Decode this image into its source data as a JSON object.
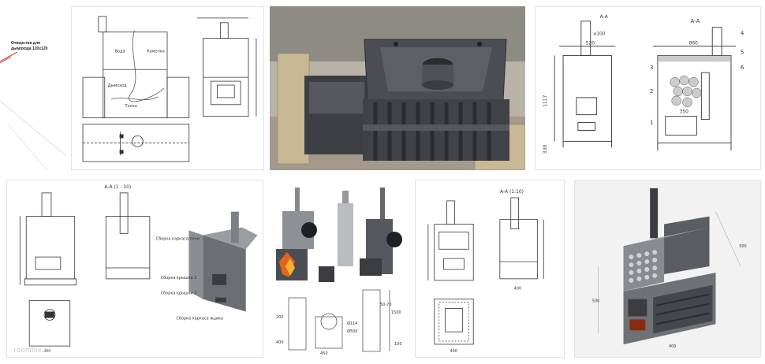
{
  "results": [
    {
      "id": "t1",
      "note_line1": "Отверстия для",
      "note_line2": "дымохода 120х120"
    },
    {
      "id": "t2",
      "label_water": "Вода",
      "label_stones": "Каменка",
      "label_smoke": "Дымоход",
      "label_firebox": "Топка"
    },
    {
      "id": "t3"
    },
    {
      "id": "t4",
      "section_label": "А-А",
      "dim_pipe": "⌀100",
      "dim_width": "520",
      "dim_depth": "860",
      "dim_height": "1117",
      "dim_leg": "330",
      "dim_inner": "350",
      "callouts": [
        "4",
        "5",
        "6",
        "3",
        "2",
        "1"
      ]
    },
    {
      "id": "t5",
      "section_label": "А-А (1 : 10)",
      "note_tank": "Сборка каркаса печи",
      "note_door1": "Сборка крышки 2",
      "note_door2": "Сборка крышки 3",
      "note_box": "Сборка каркаса ящика",
      "dim_bottom": "400",
      "watermark": "roomble.ru"
    },
    {
      "id": "t6",
      "dim_200": "200",
      "dim_400": "400",
      "dim_450": "450",
      "dim_114": "Ø114",
      "dim_500": "Ø500",
      "dim_1500": "1500",
      "dim_range": "50-70",
      "dim_100": "100"
    },
    {
      "id": "t7",
      "section_label": "А-А (1:10)",
      "dim_bottom": "400",
      "dim_side": "400"
    },
    {
      "id": "t8",
      "dim_1": "500",
      "dim_2": "500",
      "dim_3": "400"
    }
  ],
  "colors": {
    "tile_border": "#e2e2e2",
    "steel": "#4a4d52",
    "line": "#333333",
    "fire": "#e0641c"
  }
}
